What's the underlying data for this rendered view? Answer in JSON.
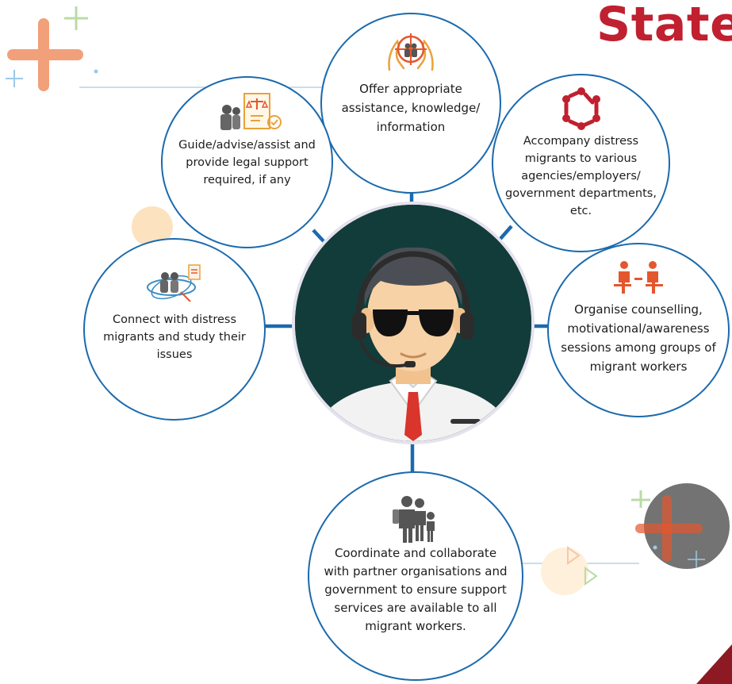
{
  "header": {
    "title": "State"
  },
  "colors": {
    "title": "#c0202f",
    "ring": "#1b6aad",
    "center_bg": "#123c3a",
    "icon_accent": "#e4572e",
    "icon_dark": "#555555"
  },
  "nodes": {
    "offer": {
      "label": "Offer appropriate assistance, knowledge/ information",
      "icon": "hands-support-icon"
    },
    "guide": {
      "label": "Guide/advise/assist and provide legal support required, if any",
      "icon": "legal-document-icon"
    },
    "accompany": {
      "label": "Accompany distress migrants to various agencies/employers/ government departments, etc.",
      "icon": "people-circle-icon"
    },
    "connect": {
      "label": "Connect with distress migrants and study their issues",
      "icon": "connect-people-icon"
    },
    "organise": {
      "label": "Organise counselling, motivational/awareness sessions among groups of migrant workers",
      "icon": "counselling-session-icon"
    },
    "coordinate": {
      "label": "Coordinate and collaborate with partner organisations and government to ensure support services are available to all migrant workers.",
      "icon": "migrant-family-icon"
    }
  },
  "center": {
    "icon": "helpdesk-agent-icon"
  }
}
